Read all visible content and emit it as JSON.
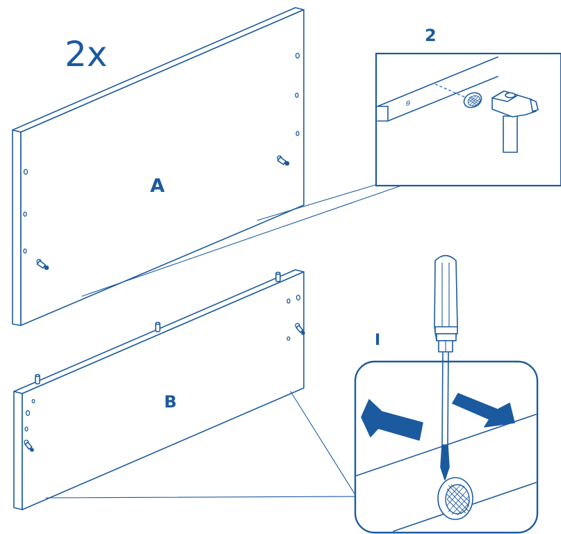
{
  "diagram": {
    "quantity_label": "2x",
    "panel_a_label": "A",
    "panel_b_label": "B",
    "step_two_label": "2",
    "step_one_label": "I",
    "detail_mark_label": "θ",
    "colors": {
      "line": "#1b5a9e",
      "background": "#ffffff"
    },
    "icons": [
      "hammer-icon",
      "screwdriver-icon",
      "cam-lock-icon",
      "arrow-left-icon",
      "arrow-right-icon"
    ]
  }
}
